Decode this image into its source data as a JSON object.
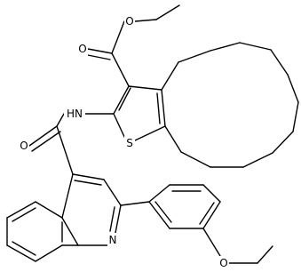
{
  "atom_labels": {
    "ester_ether_oxygen": "O",
    "ester_carbonyl_oxygen": "O",
    "amide_nitrogen": "HN",
    "amide_carbonyl_oxygen": "O",
    "thiophene_sulfur": "S",
    "quinoline_nitrogen": "N",
    "aryl_ether_oxygen": "O"
  }
}
